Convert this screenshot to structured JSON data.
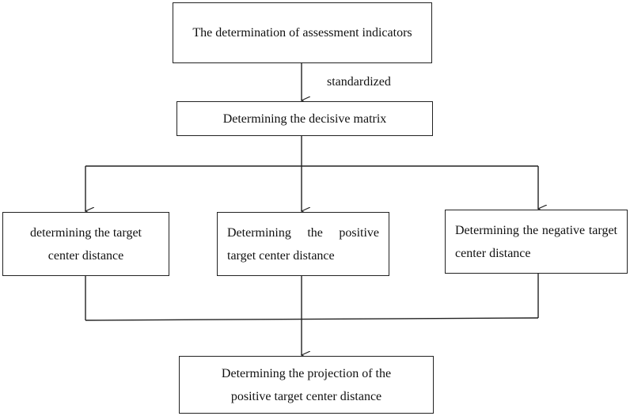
{
  "diagram": {
    "nodes": {
      "assessment_indicators": "The determination of assessment indicators",
      "decisive_matrix": "Determining the decisive matrix",
      "target_center_distance": "determining the target center distance",
      "positive_target_distance": "Determining the positive target center distance",
      "negative_target_distance": "Determining the negative target center distance",
      "projection": "Determining the projection of the positive target center distance"
    },
    "edge_labels": {
      "standardized": "standardized"
    },
    "colors": {
      "stroke": "#222222",
      "background": "#ffffff",
      "text": "#111111"
    }
  }
}
